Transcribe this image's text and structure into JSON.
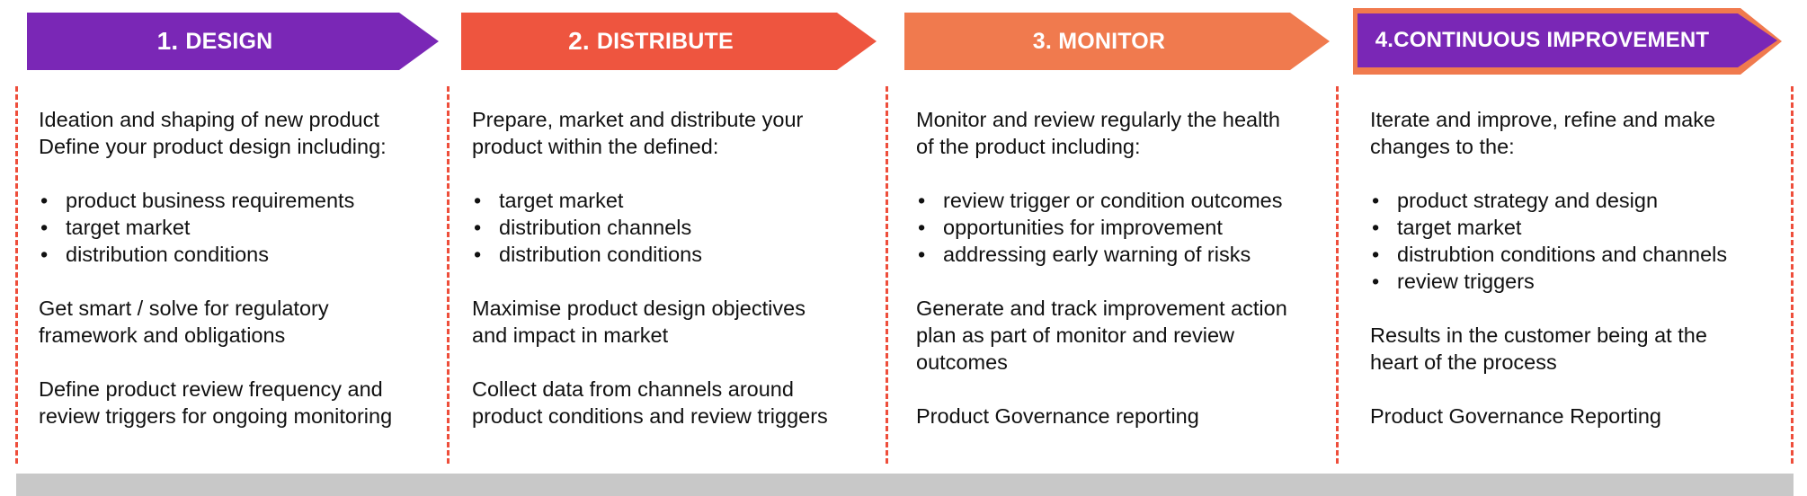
{
  "stages": [
    {
      "number": "1.",
      "title": "DESIGN",
      "color": "#7a27b6",
      "intro": [
        "Ideation  and shaping of new product",
        "Define your product design including:"
      ],
      "bullets": [
        "product business requirements",
        "target market",
        "distribution conditions"
      ],
      "paragraphs": [
        [
          "Get smart / solve for regulatory",
          "framework and obligations"
        ],
        [
          "Define product review frequency and",
          "review triggers for ongoing monitoring"
        ]
      ]
    },
    {
      "number": "2.",
      "title": "DISTRIBUTE",
      "color": "#ee553f",
      "intro": [
        "Prepare, market and distribute your",
        "product within the defined:"
      ],
      "bullets": [
        "target market",
        "distribution channels",
        "distribution conditions"
      ],
      "paragraphs": [
        [
          "Maximise product design objectives",
          "and  impact in market"
        ],
        [
          "Collect data from channels around",
          "product conditions and review triggers"
        ]
      ]
    },
    {
      "number": "",
      "title": "3. MONITOR",
      "color": "#f07a4e",
      "intro": [
        "Monitor and review regularly  the health",
        "of the product including:"
      ],
      "bullets": [
        "review trigger or condition outcomes",
        "opportunities for improvement",
        "addressing early warning of risks"
      ],
      "paragraphs": [
        [
          "Generate and track improvement action",
          "plan as part of monitor and review",
          "outcomes"
        ],
        [
          "Product Governance reporting"
        ]
      ]
    },
    {
      "number": "",
      "title": "4.CONTINUOUS IMPROVEMENT",
      "color": "#7a27b6",
      "outline": "#f07a4e",
      "intro": [
        "Iterate and improve, refine and make",
        "changes to the:"
      ],
      "bullets": [
        "product strategy and design",
        "target market",
        "distrubtion conditions and channels",
        "review triggers"
      ],
      "paragraphs": [
        [
          "Results in the customer being at the",
          "heart of the process"
        ],
        [
          "Product Governance Reporting"
        ]
      ]
    }
  ]
}
